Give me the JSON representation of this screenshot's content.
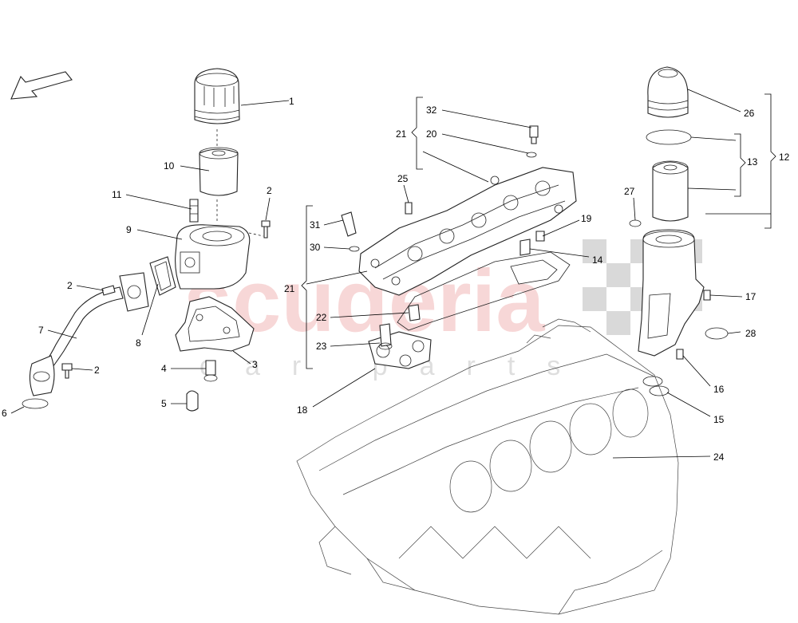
{
  "watermark": {
    "brand": "scuderia",
    "sub": "car parts"
  },
  "labels": [
    {
      "id": "p1",
      "text": "1"
    },
    {
      "id": "p10",
      "text": "10"
    },
    {
      "id": "p11",
      "text": "11"
    },
    {
      "id": "p2a",
      "text": "2"
    },
    {
      "id": "p9",
      "text": "9"
    },
    {
      "id": "p2b",
      "text": "2"
    },
    {
      "id": "p7",
      "text": "7"
    },
    {
      "id": "p8",
      "text": "8"
    },
    {
      "id": "p2c",
      "text": "2"
    },
    {
      "id": "p6",
      "text": "6"
    },
    {
      "id": "p3",
      "text": "3"
    },
    {
      "id": "p4",
      "text": "4"
    },
    {
      "id": "p5",
      "text": "5"
    },
    {
      "id": "p32",
      "text": "32"
    },
    {
      "id": "p20",
      "text": "20"
    },
    {
      "id": "p21a",
      "text": "21"
    },
    {
      "id": "p25",
      "text": "25"
    },
    {
      "id": "p31",
      "text": "31"
    },
    {
      "id": "p30",
      "text": "30"
    },
    {
      "id": "p21b",
      "text": "21"
    },
    {
      "id": "p22",
      "text": "22"
    },
    {
      "id": "p23",
      "text": "23"
    },
    {
      "id": "p18",
      "text": "18"
    },
    {
      "id": "p19",
      "text": "19"
    },
    {
      "id": "p14",
      "text": "14"
    },
    {
      "id": "p26",
      "text": "26"
    },
    {
      "id": "p13",
      "text": "13"
    },
    {
      "id": "p12",
      "text": "12"
    },
    {
      "id": "p27",
      "text": "27"
    },
    {
      "id": "p17",
      "text": "17"
    },
    {
      "id": "p28",
      "text": "28"
    },
    {
      "id": "p16",
      "text": "16"
    },
    {
      "id": "p15",
      "text": "15"
    },
    {
      "id": "p24",
      "text": "24"
    }
  ]
}
